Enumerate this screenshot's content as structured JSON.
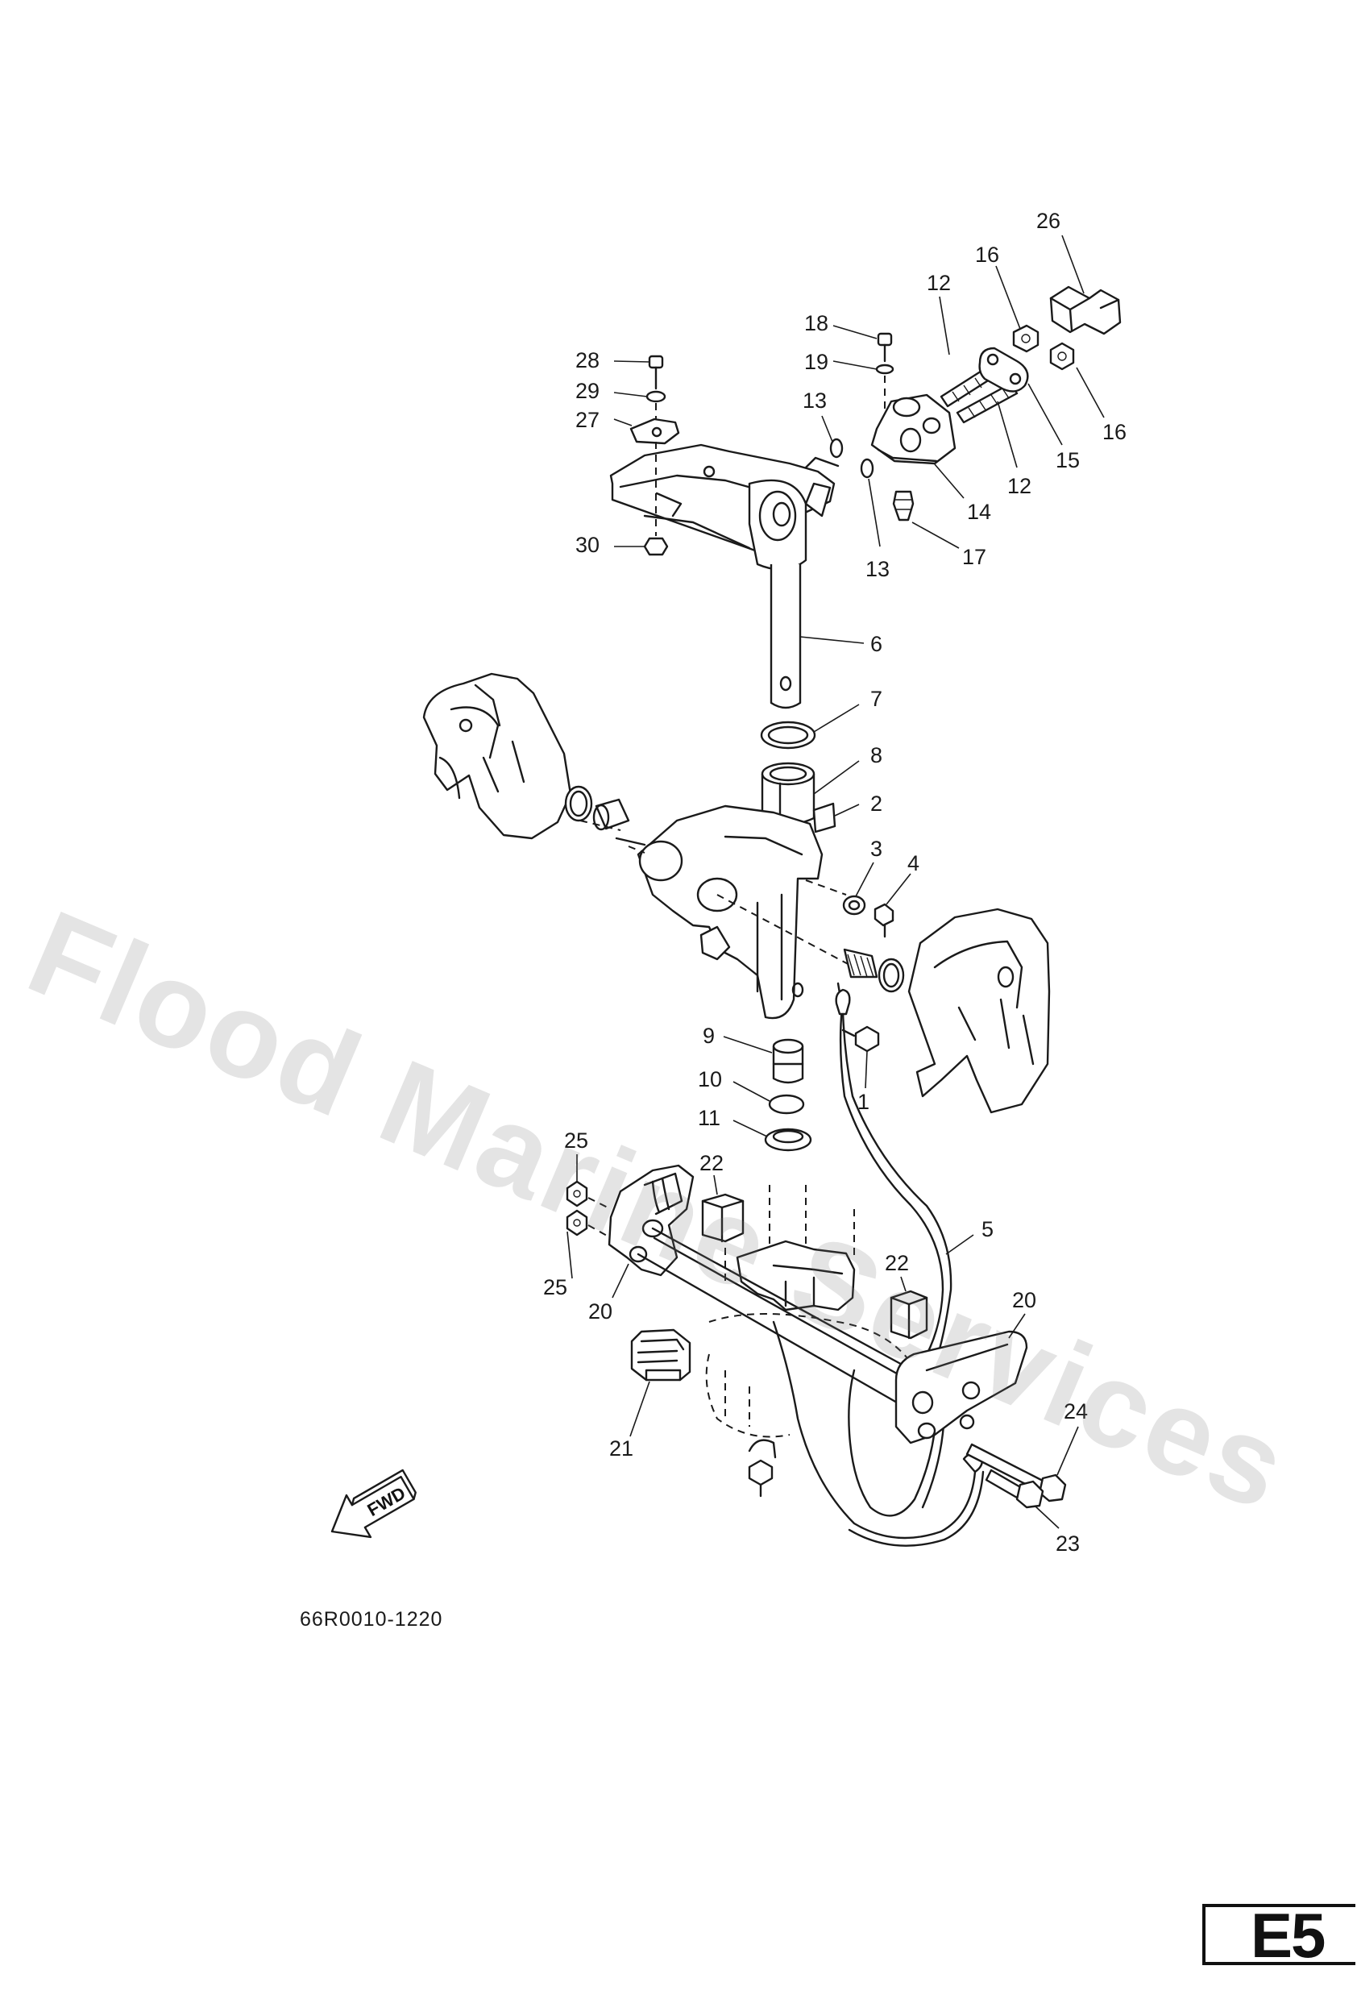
{
  "watermark": "Flood Marine Services",
  "drawing_code": "66R0010-1220",
  "page_code": "E5",
  "fwd_label": "FWD",
  "callouts": [
    {
      "id": "c26",
      "text": "26"
    },
    {
      "id": "c16a",
      "text": "16"
    },
    {
      "id": "c12a",
      "text": "12"
    },
    {
      "id": "c18",
      "text": "18"
    },
    {
      "id": "c28",
      "text": "28"
    },
    {
      "id": "c19",
      "text": "19"
    },
    {
      "id": "c29",
      "text": "29"
    },
    {
      "id": "c13a",
      "text": "13"
    },
    {
      "id": "c27",
      "text": "27"
    },
    {
      "id": "c16b",
      "text": "16"
    },
    {
      "id": "c15",
      "text": "15"
    },
    {
      "id": "c12b",
      "text": "12"
    },
    {
      "id": "c14",
      "text": "14"
    },
    {
      "id": "c30",
      "text": "30"
    },
    {
      "id": "c17",
      "text": "17"
    },
    {
      "id": "c13b",
      "text": "13"
    },
    {
      "id": "c6",
      "text": "6"
    },
    {
      "id": "c7",
      "text": "7"
    },
    {
      "id": "c8",
      "text": "8"
    },
    {
      "id": "c2",
      "text": "2"
    },
    {
      "id": "c3",
      "text": "3"
    },
    {
      "id": "c4",
      "text": "4"
    },
    {
      "id": "c9",
      "text": "9"
    },
    {
      "id": "c1",
      "text": "1"
    },
    {
      "id": "c10",
      "text": "10"
    },
    {
      "id": "c11",
      "text": "11"
    },
    {
      "id": "c25a",
      "text": "25"
    },
    {
      "id": "c22a",
      "text": "22"
    },
    {
      "id": "c5",
      "text": "5"
    },
    {
      "id": "c22b",
      "text": "22"
    },
    {
      "id": "c25b",
      "text": "25"
    },
    {
      "id": "c20a",
      "text": "20"
    },
    {
      "id": "c20b",
      "text": "20"
    },
    {
      "id": "c24",
      "text": "24"
    },
    {
      "id": "c21",
      "text": "21"
    },
    {
      "id": "c23",
      "text": "23"
    }
  ]
}
